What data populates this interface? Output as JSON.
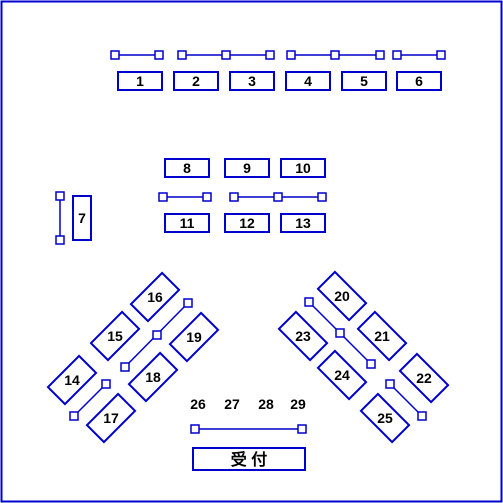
{
  "colors": {
    "outline": "#0000cc",
    "label": "#000000",
    "background": "#ffffff"
  },
  "top_row": [
    "1",
    "2",
    "3",
    "4",
    "5",
    "6"
  ],
  "side": "7",
  "middle_upper": [
    "8",
    "9",
    "10"
  ],
  "middle_lower": [
    "11",
    "12",
    "13"
  ],
  "left_cluster": [
    "14",
    "15",
    "16",
    "17",
    "18",
    "19"
  ],
  "right_cluster": [
    "20",
    "21",
    "22",
    "23",
    "24",
    "25"
  ],
  "reception_numbers": [
    "26",
    "27",
    "28",
    "29"
  ],
  "reception_label": "受 付"
}
